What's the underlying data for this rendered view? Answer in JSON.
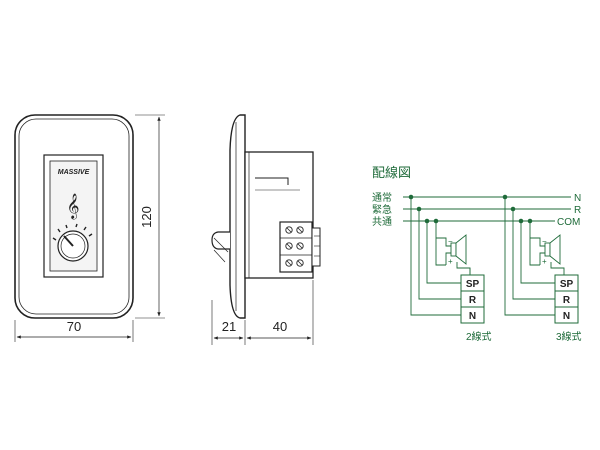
{
  "colors": {
    "outline": "#222222",
    "wiring": "#1f6b3a",
    "device_face": "#f4f4f4"
  },
  "front_view": {
    "brand": "MASSIVE",
    "symbol": "𝄞",
    "width_label": "70",
    "height_label": "120"
  },
  "side_view": {
    "depth_label_a": "21",
    "depth_label_b": "40"
  },
  "wiring_diagram": {
    "title": "配線図",
    "lines": [
      {
        "left_label": "通常",
        "right_label": "N"
      },
      {
        "left_label": "緊急",
        "right_label": "R"
      },
      {
        "left_label": "共通",
        "right_label": "COM"
      }
    ],
    "units": [
      {
        "caption": "2線式",
        "terminals": [
          "SP",
          "R",
          "N"
        ],
        "speaker_minus": "−",
        "speaker_plus": "+"
      },
      {
        "caption": "3線式",
        "terminals": [
          "SP",
          "R",
          "N"
        ],
        "speaker_minus": "−",
        "speaker_plus": "+"
      }
    ]
  }
}
